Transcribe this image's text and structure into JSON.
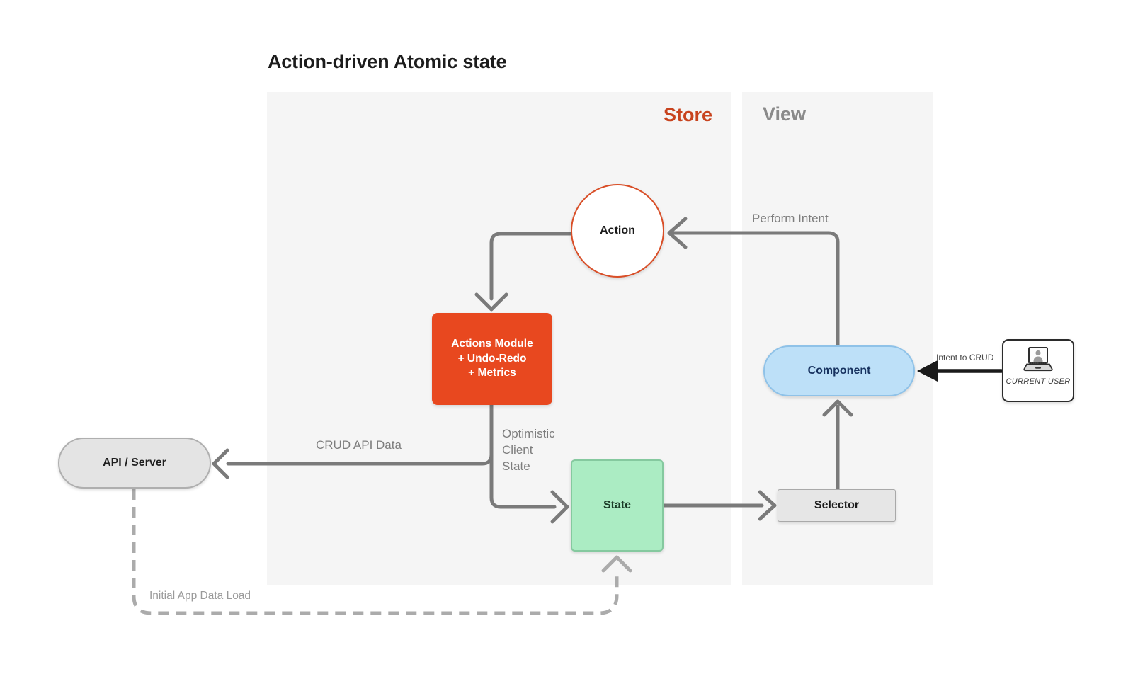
{
  "title": "Action-driven Atomic state",
  "panels": {
    "store": {
      "label": "Store"
    },
    "view": {
      "label": "View"
    }
  },
  "nodes": {
    "action": {
      "label": "Action",
      "shape": "circle"
    },
    "actions_module": {
      "lines": [
        "Actions Module",
        "+ Undo-Redo",
        "+ Metrics"
      ]
    },
    "state": {
      "label": "State"
    },
    "api_server": {
      "label": "API / Server"
    },
    "selector": {
      "label": "Selector"
    },
    "component": {
      "label": "Component"
    },
    "current_user": {
      "label": "CURRENT USER",
      "icon": "laptop-user-icon"
    }
  },
  "edges": {
    "perform_intent": {
      "label": "Perform Intent",
      "from": "Component",
      "to": "Action"
    },
    "action_to_actions_module": {
      "from": "Action",
      "to": "Actions Module"
    },
    "crud_api_data": {
      "label": "CRUD API Data",
      "from": "Actions Module",
      "to": "API / Server"
    },
    "optimistic_client_state": {
      "label_lines": [
        "Optimistic",
        "Client",
        "State"
      ],
      "from": "Actions Module",
      "to": "State"
    },
    "state_to_selector": {
      "from": "State",
      "to": "Selector"
    },
    "selector_to_component": {
      "from": "Selector",
      "to": "Component"
    },
    "initial_app_data_load": {
      "label": "Initial App Data Load",
      "style": "dashed",
      "from": "API / Server",
      "to": "State"
    },
    "intent_to_crud": {
      "label": "Intent to CRUD",
      "from": "CURRENT USER",
      "to": "Component"
    }
  },
  "colors": {
    "panel_bg": "#F5F5F5",
    "store_label": "#C8431E",
    "view_label": "#8A8A8A",
    "action_circle_border": "#D94E27",
    "actions_module_bg": "#E8481F",
    "state_bg": "#ABECC3",
    "state_border": "#85C99F",
    "component_bg": "#BDE0F8",
    "component_border": "#8FC2E8",
    "api_server_bg": "#E4E4E4",
    "selector_bg": "#E6E6E6",
    "arrow_gray": "#7A7A7A",
    "dashed_gray": "#ABABAB",
    "black_arrow": "#1A1A1A"
  }
}
